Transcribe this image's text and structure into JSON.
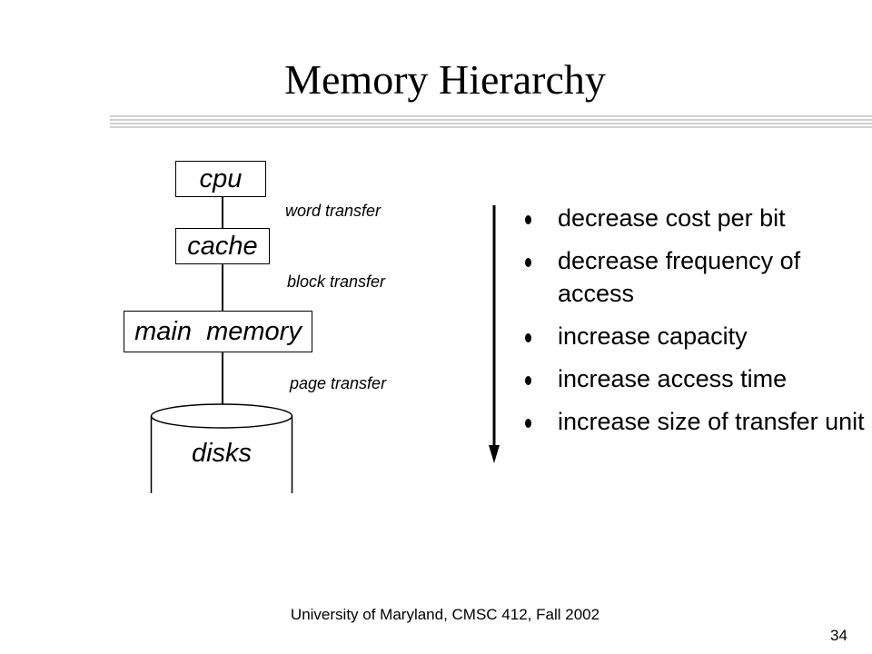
{
  "slide": {
    "title": "Memory Hierarchy",
    "footer": "University of Maryland, CMSC 412, Fall 2002",
    "page_number": "34"
  },
  "diagram": {
    "levels": {
      "cpu": "cpu",
      "cache": "cache",
      "main_memory": "main  memory",
      "disks": "disks"
    },
    "transfers": {
      "word": "word transfer",
      "block": "block transfer",
      "page": "page transfer"
    }
  },
  "bullets": [
    "decrease cost per bit",
    "decrease frequency of access",
    "increase capacity",
    "increase access time",
    "increase size of transfer unit"
  ]
}
